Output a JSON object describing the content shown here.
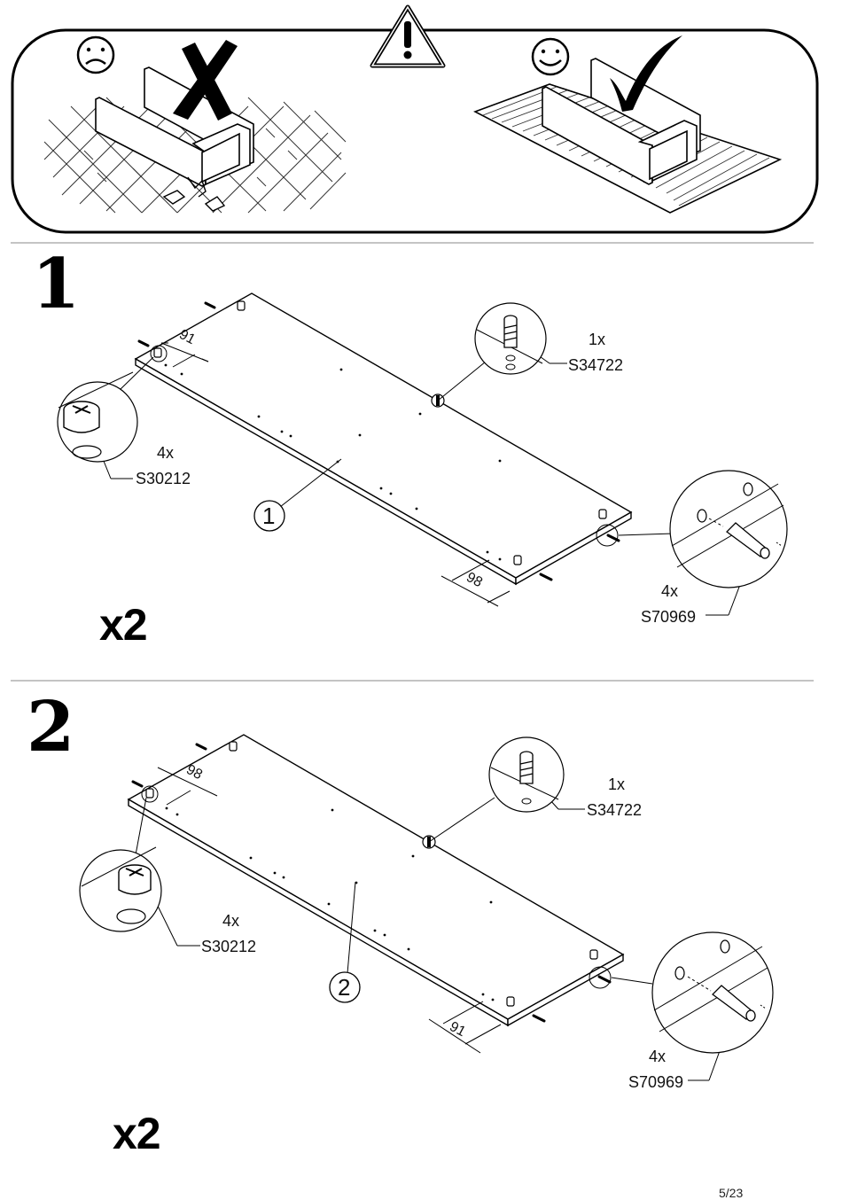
{
  "warning": {
    "icon_left": "sad-face-icon",
    "icon_center": "warning-triangle-icon",
    "icon_right": "happy-face-icon",
    "mark_wrong": "cross-mark-icon",
    "mark_right": "check-mark-icon"
  },
  "steps": [
    {
      "number": "1",
      "part_callout": "1",
      "multiplier": "x2",
      "dim_top": "91",
      "dim_bottom": "98",
      "hardware": [
        {
          "qty": "4x",
          "code": "S30212"
        },
        {
          "qty": "1x",
          "code": "S34722"
        },
        {
          "qty": "4x",
          "code": "S70969"
        }
      ]
    },
    {
      "number": "2",
      "part_callout": "2",
      "multiplier": "x2",
      "dim_top": "98",
      "dim_bottom": "91",
      "hardware": [
        {
          "qty": "4x",
          "code": "S30212"
        },
        {
          "qty": "1x",
          "code": "S34722"
        },
        {
          "qty": "4x",
          "code": "S70969"
        }
      ]
    }
  ],
  "page_number": "5/23"
}
